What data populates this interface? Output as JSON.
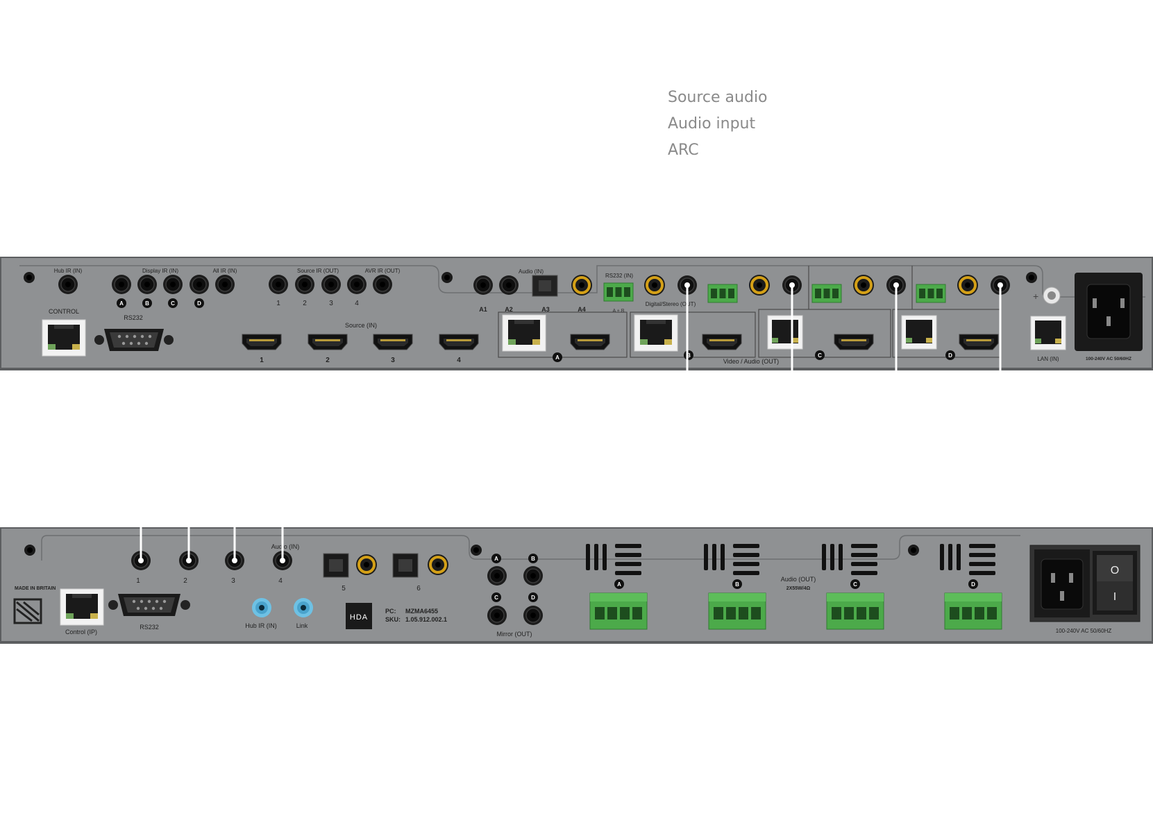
{
  "legend": [
    "Source audio",
    "Audio input",
    "ARC"
  ],
  "colors": {
    "chassis": "#8f9193",
    "chassis_edge": "#5c5e60",
    "port_black": "#151515",
    "gold": "#d4a017",
    "terminal_green": "#4caa4a",
    "callout_line": "#ffffff",
    "jack_blue": "#6ec1e4"
  },
  "top": {
    "hub_ir": "Hub IR (IN)",
    "display_ir": "Display IR (IN)",
    "display_ir_ids": [
      "A",
      "B",
      "C",
      "D"
    ],
    "all_ir": "All IR (IN)",
    "source_ir": "Source IR (OUT)",
    "avr_ir": "AVR IR (OUT)",
    "source_ir_nums": [
      "1",
      "2",
      "3",
      "4"
    ],
    "control": "CONTROL",
    "rs232": "RS232",
    "source_in": "Source (IN)",
    "hdmi_nums": [
      "1",
      "2",
      "3",
      "4"
    ],
    "audio_in": "Audio (IN)",
    "audio_ids": [
      "A1",
      "A2",
      "A3",
      "A4"
    ],
    "rs232_in": "RS232 (IN)",
    "rs232_pins": "A  +  B",
    "digital_stereo": "Digital/Stereo (OUT)",
    "video_audio_out": "Video / Audio (OUT)",
    "zone_ids": [
      "A",
      "B",
      "C",
      "D"
    ],
    "lan_in": "LAN (IN)",
    "power_label": "100-240V AC 50/60HZ"
  },
  "bottom": {
    "made_in": "MADE IN BRITAIN",
    "control_ip": "Control (IP)",
    "rs232": "RS232",
    "audio_in": "Audio (IN)",
    "input_nums": [
      "1",
      "2",
      "3",
      "4",
      "5",
      "6"
    ],
    "hub_ir": "Hub IR (IN)",
    "link": "Link",
    "logo": "HDA",
    "pc_label": "PC:",
    "pc_value": "MZMA6455",
    "sku_label": "SKU:",
    "sku_value": "1.05.912.002.1",
    "mirror_out": "Mirror (OUT)",
    "mirror_ids": [
      "A",
      "B",
      "C",
      "D"
    ],
    "audio_out": "Audio (OUT)",
    "audio_out_spec": "2X55W/4Ω",
    "amp_ids": [
      "A",
      "B",
      "C",
      "D"
    ],
    "switch_on": "O",
    "switch_off": "I",
    "power_label": "100-240V AC 50/60HZ"
  }
}
